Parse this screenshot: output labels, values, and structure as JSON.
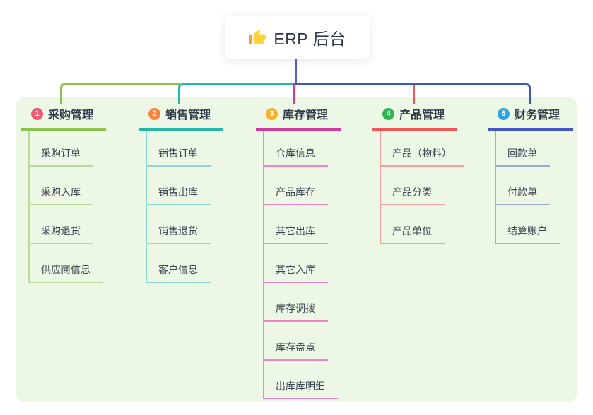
{
  "root": {
    "title": "ERP 后台",
    "icon": "thumbs-up-icon"
  },
  "branches": [
    {
      "index": "1",
      "label": "采购管理",
      "line_color": "#8cc24b",
      "child_line_color": "#b6dc97",
      "badge_color": "#ef5a72",
      "children": [
        "采购订单",
        "采购入库",
        "采购退货",
        "供应商信息"
      ]
    },
    {
      "index": "2",
      "label": "销售管理",
      "line_color": "#23b8ab",
      "child_line_color": "#8ed8cc",
      "badge_color": "#f9823f",
      "children": [
        "销售订单",
        "销售出库",
        "销售退货",
        "客户信息"
      ]
    },
    {
      "index": "3",
      "label": "库存管理",
      "line_color": "#d23a9f",
      "child_line_color": "#ef85c5",
      "badge_color": "#fbad26",
      "children": [
        "仓库信息",
        "产品库存",
        "其它出库",
        "其它入库",
        "库存调拨",
        "库存盘点",
        "出库库明细"
      ]
    },
    {
      "index": "4",
      "label": "产品管理",
      "line_color": "#f05656",
      "child_line_color": "#f5a09a",
      "badge_color": "#2fb355",
      "children": [
        "产品（物料）",
        "产品分类",
        "产品单位"
      ]
    },
    {
      "index": "5",
      "label": "财务管理",
      "line_color": "#3f57c7",
      "child_line_color": "#9cabdf",
      "badge_color": "#29a5e2",
      "children": [
        "回款单",
        "付款单",
        "结算账户"
      ]
    }
  ],
  "colors": {
    "panel_background": "#ecf7e6",
    "root_connector": "#5060c6",
    "text": "#333b49"
  }
}
